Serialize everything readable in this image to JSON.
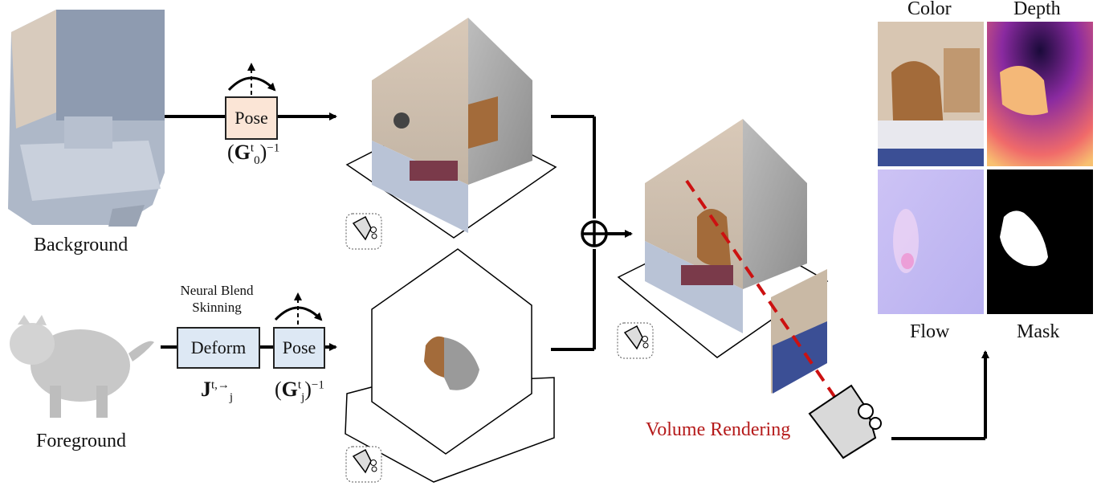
{
  "inputs": {
    "background_label": "Background",
    "foreground_label": "Foreground"
  },
  "background_branch": {
    "pose_label": "Pose",
    "pose_math": {
      "symbol": "G",
      "sup": "t",
      "sub": "0",
      "power": "−1"
    }
  },
  "foreground_branch": {
    "neural_blend_label": "Neural Blend Skinning",
    "deform_label": "Deform",
    "pose_label": "Pose",
    "deform_math": {
      "symbol": "J",
      "sup": "t,→",
      "sub": "j"
    },
    "pose_math": {
      "symbol": "G",
      "sup": "t",
      "sub": "j",
      "power": "−1"
    }
  },
  "composition": {
    "operator_symbol": "⊕",
    "volume_rendering_label": "Volume Rendering",
    "ray_color": "#cc1111"
  },
  "outputs": {
    "color_label": "Color",
    "depth_label": "Depth",
    "flow_label": "Flow",
    "mask_label": "Mask"
  },
  "icons": {
    "camera": "camera-icon",
    "rotate": "rotate-arrow-icon"
  }
}
